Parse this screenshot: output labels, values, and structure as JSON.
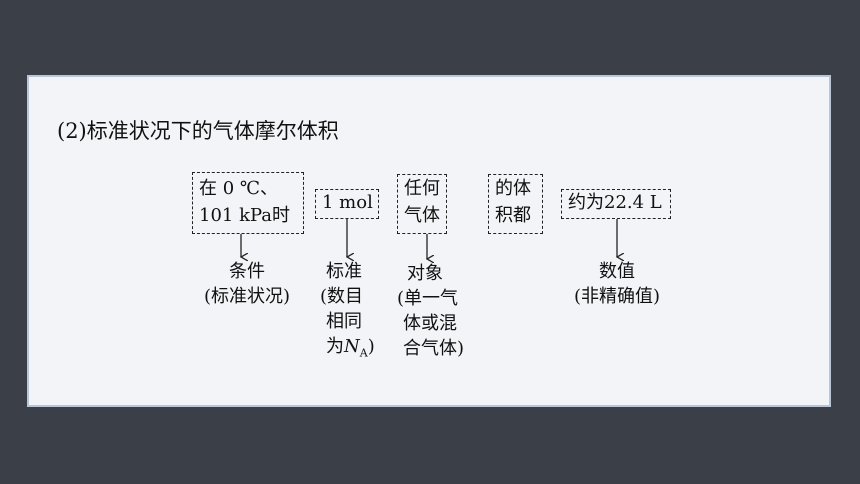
{
  "title": "(2)标准状况下的气体摩尔体积",
  "boxes": [
    {
      "lines": [
        "在 0 ℃、",
        "101 kPa时"
      ]
    },
    {
      "lines": [
        "1 mol"
      ]
    },
    {
      "lines": [
        "任何",
        "气体"
      ]
    },
    {
      "lines": [
        "的体",
        "积都"
      ]
    },
    {
      "lines": [
        "约为22.4 L"
      ]
    }
  ],
  "notes": [
    {
      "lines": [
        "条件",
        "(标准状况)"
      ]
    },
    {
      "lines": [
        "标准",
        "(数目",
        "相同",
        "为"
      ],
      "symbol": "N",
      "subscript": "A",
      "tail": ")"
    },
    {
      "lines": [
        "对象",
        "(单一气",
        "体或混",
        "合气体)"
      ]
    },
    {
      "lines": [
        "数值",
        "(非精确值)"
      ]
    }
  ]
}
